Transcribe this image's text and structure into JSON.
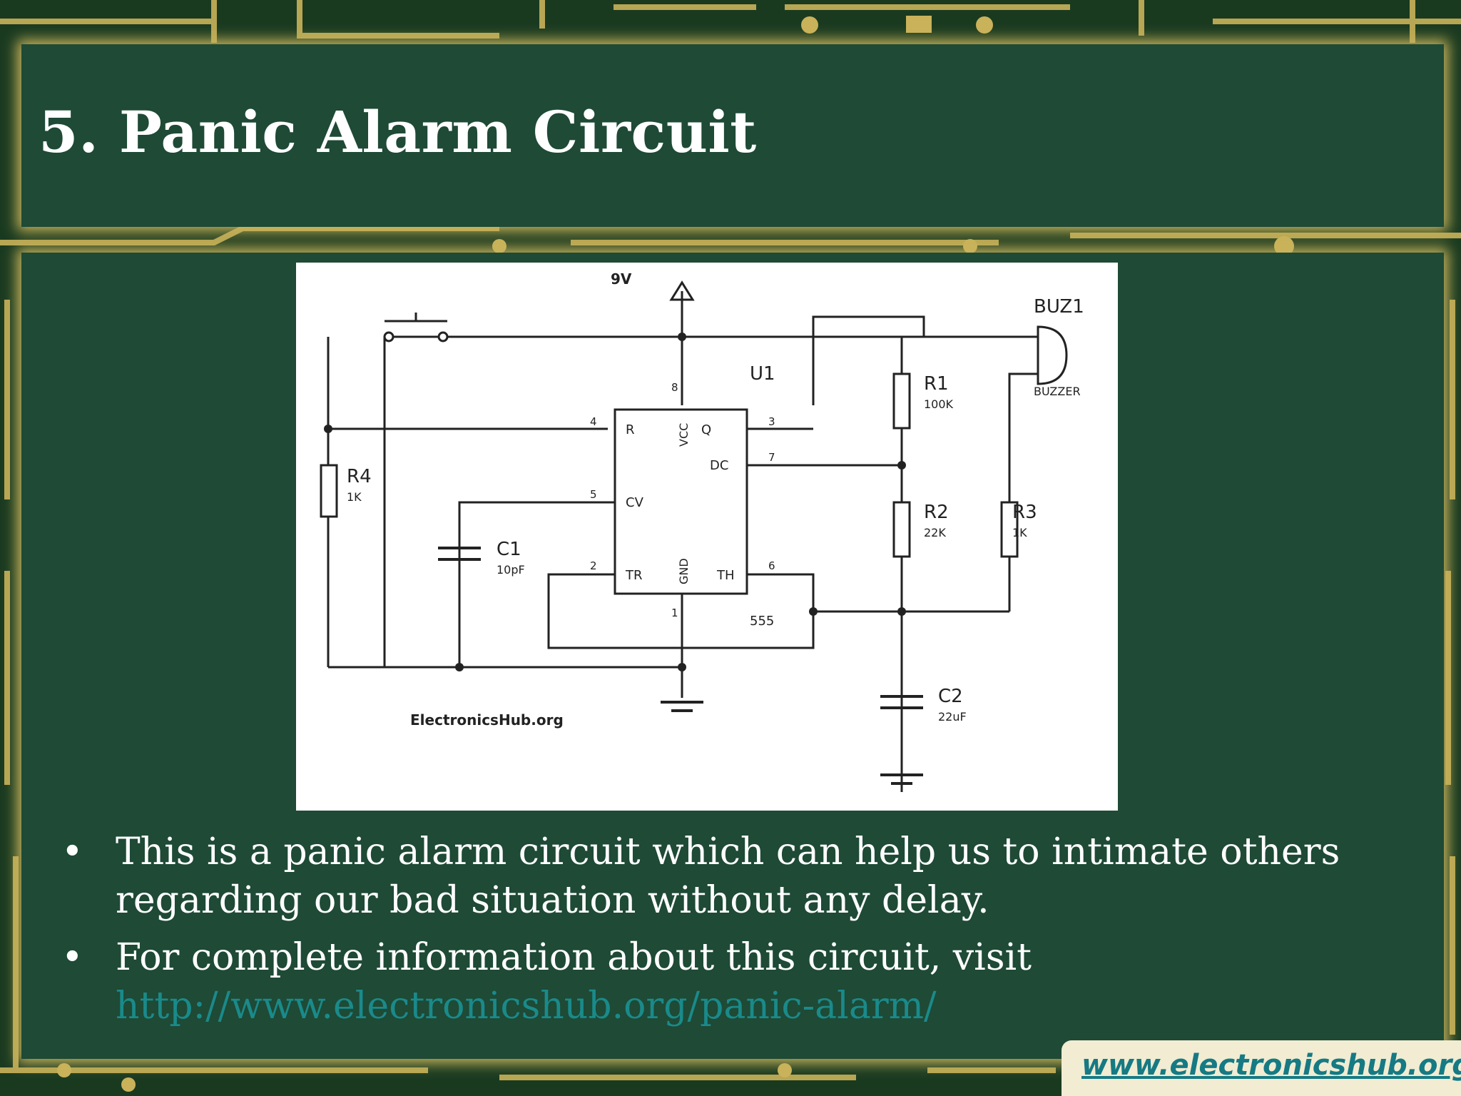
{
  "slide": {
    "title": "5. Panic Alarm Circuit",
    "bullets": [
      {
        "text": "This is a panic alarm circuit which can help us to intimate others regarding our bad situation without any delay."
      },
      {
        "text": "For complete information about this circuit, visit ",
        "link": "http://www.electronicshub.org/panic-alarm/"
      }
    ],
    "badge": "www.electronicshub.org"
  },
  "diagram": {
    "supply": "9V",
    "ic": {
      "ref": "U1",
      "part": "555",
      "pins": {
        "r": "R",
        "vcc": "VCC",
        "q": "Q",
        "dc": "DC",
        "cv": "CV",
        "tr": "TR",
        "gnd": "GND",
        "th": "TH"
      },
      "pin_numbers": {
        "r": "4",
        "vcc": "8",
        "q": "3",
        "dc": "7",
        "cv": "5",
        "tr": "2",
        "gnd": "1",
        "th": "6"
      }
    },
    "components": {
      "r1": {
        "ref": "R1",
        "value": "100K"
      },
      "r2": {
        "ref": "R2",
        "value": "22K"
      },
      "r3": {
        "ref": "R3",
        "value": "1K"
      },
      "r4": {
        "ref": "R4",
        "value": "1K"
      },
      "c1": {
        "ref": "C1",
        "value": "10pF"
      },
      "c2": {
        "ref": "C2",
        "value": "22uF"
      },
      "buz": {
        "ref": "BUZ1",
        "value": "BUZZER"
      }
    },
    "watermark": "ElectronicsHub.org"
  },
  "colors": {
    "panel": "#1e4a36",
    "glow": "#c9b45c",
    "link": "#1a8a8a",
    "badge_text": "#157a84"
  }
}
